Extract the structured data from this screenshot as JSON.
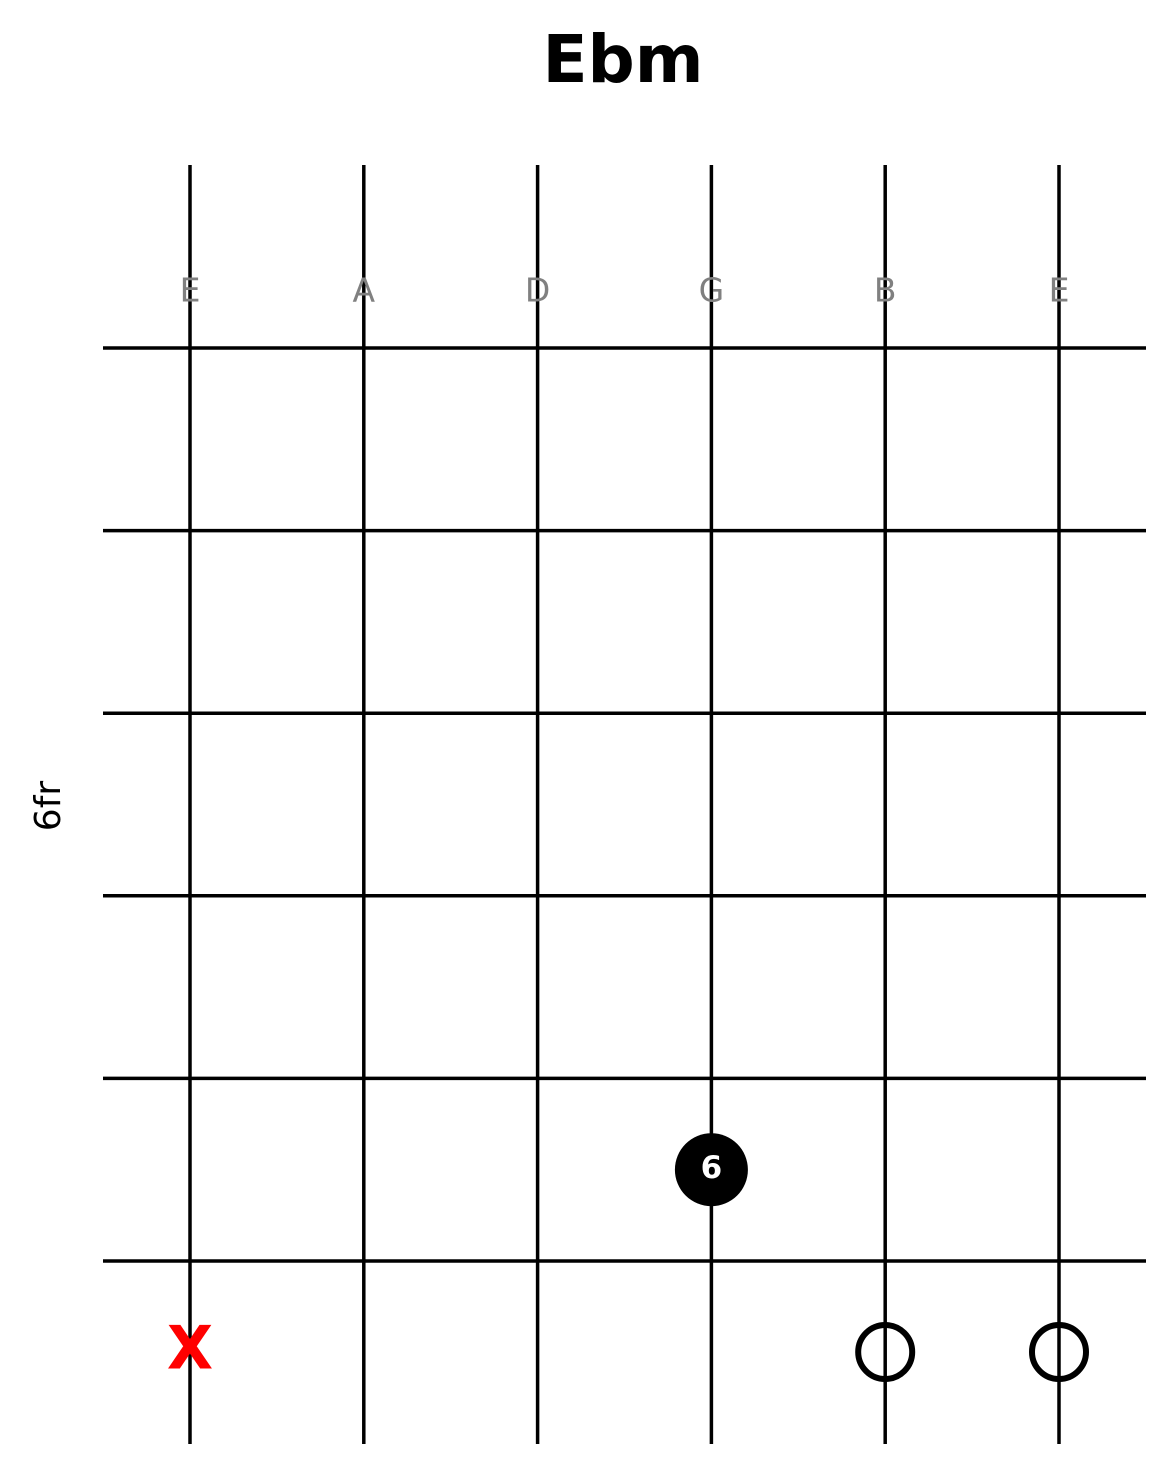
{
  "chord": {
    "title": "Ebm",
    "strings": [
      "E",
      "A",
      "D",
      "G",
      "B",
      "E"
    ],
    "start_fret_label": "6fr",
    "num_frets": 5,
    "fingers": [
      {
        "string_index": 3,
        "fret": 5,
        "label": "6"
      }
    ],
    "muted_strings": [
      0
    ],
    "muted_symbol": "X",
    "open_strings": [
      4,
      5
    ]
  },
  "colors": {
    "line": "#000000",
    "string_label": "#808080",
    "finger_dot": "#000000",
    "finger_text": "#ffffff",
    "muted": "#ff0000",
    "open_circle": "#000000"
  }
}
